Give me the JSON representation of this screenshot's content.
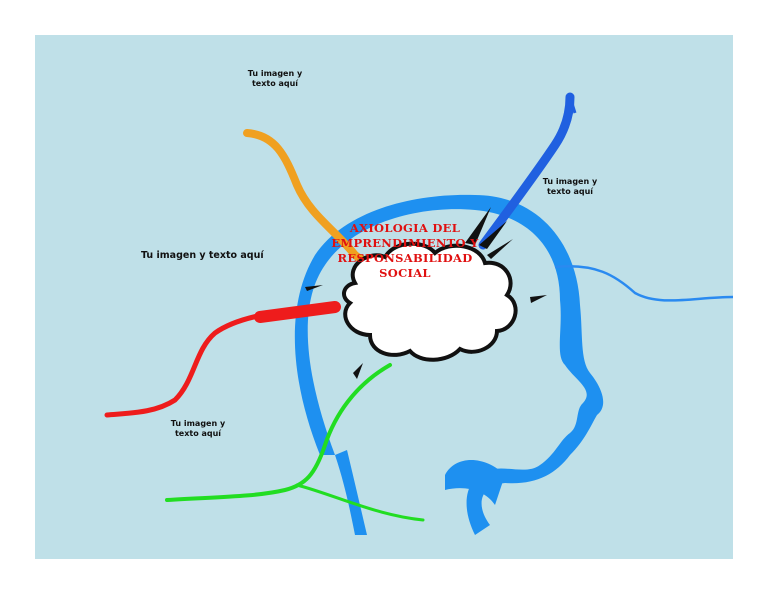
{
  "diagram": {
    "title": "AXIOLOGIA DEL EMPRENDIMIENTO Y RESPONSABILIDAD SOCIAL",
    "branches": [
      {
        "id": "orange",
        "color": "#f0a020",
        "note": "Tu imagen y texto aquí"
      },
      {
        "id": "blue-dark",
        "color": "#2060e0",
        "note": "Tu imagen y texto aquí"
      },
      {
        "id": "red",
        "color": "#ee1c1c",
        "note": "Tu imagen y texto aquí"
      },
      {
        "id": "green",
        "color": "#22dd22",
        "note": "Tu imagen y texto aquí"
      }
    ],
    "colors": {
      "background": "#bfe0e8",
      "head": "#1e90f0",
      "cloud_fill": "#ffffff",
      "cloud_stroke": "#111111",
      "title": "#e01010"
    }
  }
}
